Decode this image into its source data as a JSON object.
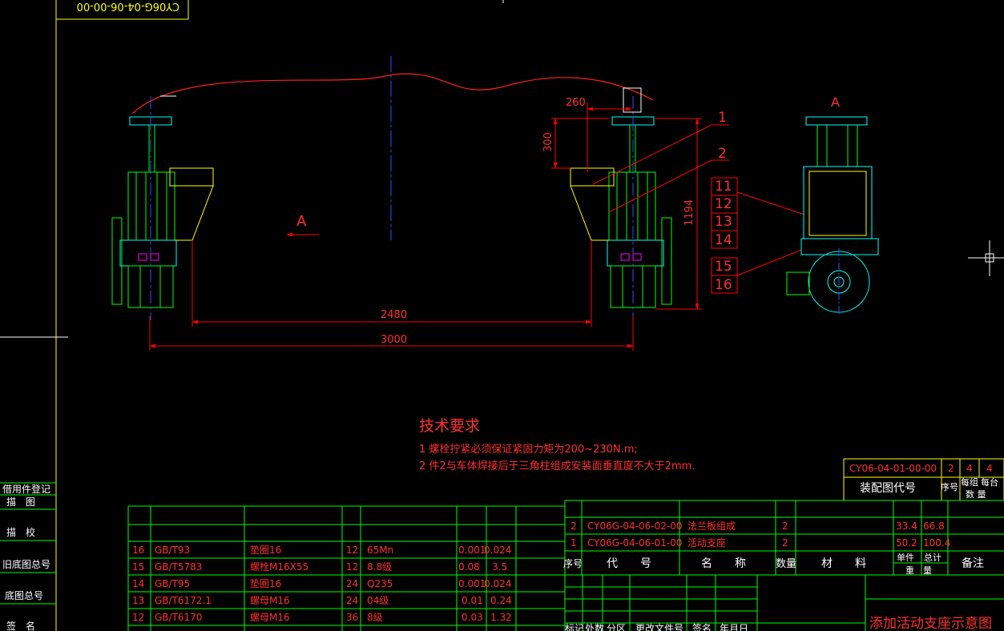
{
  "drawing": {
    "title_code": "CY06G-04-06-00-00",
    "view_label": "A",
    "section_label": "A",
    "dims": {
      "d260": "260",
      "d300": "300",
      "d1194": "1194",
      "d2480": "2480",
      "d3000": "3000"
    },
    "callouts": [
      "1",
      "2",
      "11",
      "12",
      "13",
      "14",
      "15",
      "16"
    ],
    "colors": {
      "bg": "#000000",
      "line_green": "#00ff00",
      "line_cyan": "#00ffff",
      "dim_red": "#ff0000",
      "text_red": "#ff3030",
      "yellow": "#ffff00",
      "blue": "#0000ff",
      "white": "#ffffff",
      "magenta": "#ff00ff"
    }
  },
  "tech": {
    "heading": "技术要求",
    "line1": "1 螺栓拧紧必须保证紧固力矩为200~230N.m;",
    "line2": "2 件2与车体焊接后于三角柱组成安装面垂直度不大于2mm."
  },
  "assembly": {
    "code": "CY06-04-01-00-00",
    "seq": "2",
    "per_group": "4",
    "per_vehicle": "4",
    "label": "装配图代号",
    "seq_label": "序号",
    "qty_label1": "每组",
    "qty_label2": "每台",
    "qty_label3": "数 量"
  },
  "left_margin": [
    "借用件登记",
    "描　图",
    "描　校",
    "旧底图总号",
    "底图总号",
    "签　名"
  ],
  "parts_left": [
    {
      "no": "16",
      "std": "GB/T93",
      "name": "垫圈16",
      "qty": "12",
      "mat": "65Mn",
      "w1": "0.001",
      "w2": "0.024"
    },
    {
      "no": "15",
      "std": "GB/T5783",
      "name": "螺栓M16X55",
      "qty": "12",
      "mat": "8.8级",
      "w1": "0.08",
      "w2": "3.5"
    },
    {
      "no": "14",
      "std": "GB/T95",
      "name": "垫圈16",
      "qty": "24",
      "mat": "Q235",
      "w1": "0.001",
      "w2": "0.024"
    },
    {
      "no": "13",
      "std": "GB/T6172.1",
      "name": "螺母M16",
      "qty": "24",
      "mat": "04级",
      "w1": "0.01",
      "w2": "0.24"
    },
    {
      "no": "12",
      "std": "GB/T6170",
      "name": "螺母M16",
      "qty": "36",
      "mat": "8级",
      "w1": "0.03",
      "w2": "1.32"
    }
  ],
  "parts_right": [
    {
      "no": "2",
      "code": "CY06G-04-06-02-00",
      "name": "法兰板组成",
      "qty": "2",
      "w1": "33.4",
      "w2": "66.8"
    },
    {
      "no": "1",
      "code": "CY06G-04-06-01-00",
      "name": "活动支座",
      "qty": "2",
      "w1": "50.2",
      "w2": "100.4"
    }
  ],
  "header_row": {
    "no": "序号",
    "code": "代　　号",
    "name": "名　　称",
    "qty": "数量",
    "mat": "材　　料",
    "unit": "单件",
    "total": "总计",
    "weight": "重　量",
    "remark": "备注"
  },
  "title_block": {
    "title": "添加活动支座示意图",
    "rev_cols": [
      "标记",
      "处数",
      "分区",
      "更改文件号",
      "签名",
      "年月日"
    ]
  }
}
